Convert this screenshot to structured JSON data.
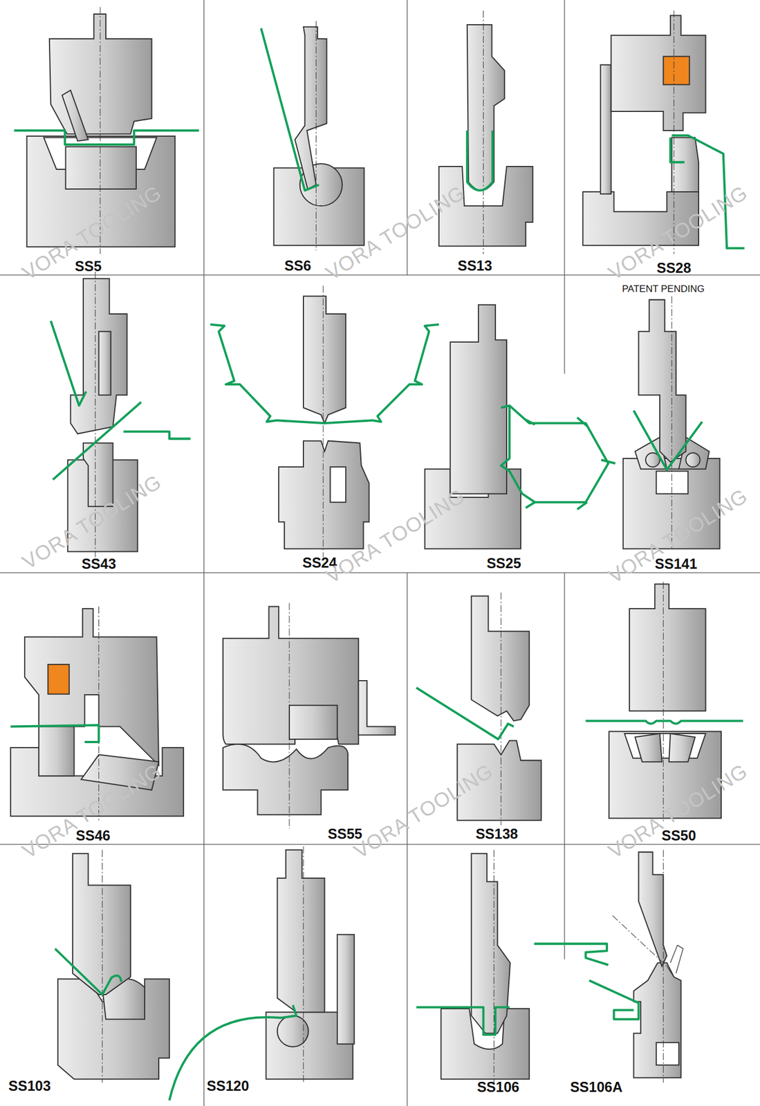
{
  "diagram": {
    "labels": [
      "SS5",
      "SS6",
      "SS13",
      "SS28",
      "PATENT PENDING",
      "SS43",
      "SS24",
      "SS25",
      "SS141",
      "SS46",
      "SS55",
      "SS138",
      "SS50",
      "SS103",
      "SS120",
      "SS106",
      "SS106A",
      "VORA TOOLING",
      "VORA TOOLING",
      "VORA TOOLING",
      "VORA TOOLING",
      "VORA TOOLING",
      "VORA TOOLING",
      "VORA TOOLING",
      "VORA TOOLING",
      "VORA TOOLING"
    ]
  }
}
